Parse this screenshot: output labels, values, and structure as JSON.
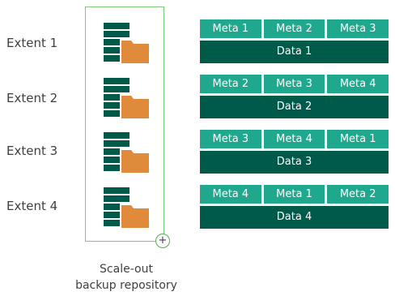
{
  "extents": [
    {
      "label": "Extent 1"
    },
    {
      "label": "Extent 2"
    },
    {
      "label": "Extent 3"
    },
    {
      "label": "Extent 4"
    }
  ],
  "repository": {
    "caption_line1": "Scale-out",
    "caption_line2": "backup repository",
    "add_symbol": "+"
  },
  "data_groups": [
    {
      "meta": [
        "Meta 1",
        "Meta 2",
        "Meta 3"
      ],
      "data": "Data 1"
    },
    {
      "meta": [
        "Meta 2",
        "Meta 3",
        "Meta 4"
      ],
      "data": "Data 2"
    },
    {
      "meta": [
        "Meta 3",
        "Meta 4",
        "Meta 1"
      ],
      "data": "Data 3"
    },
    {
      "meta": [
        "Meta 4",
        "Meta 1",
        "Meta 2"
      ],
      "data": "Data 4"
    }
  ],
  "colors": {
    "meta_block": "#1fa88d",
    "data_block": "#005a4a",
    "repo_border": "#7fc97f",
    "icon_dark": "#005a4a",
    "icon_folder": "#e08a3c"
  }
}
